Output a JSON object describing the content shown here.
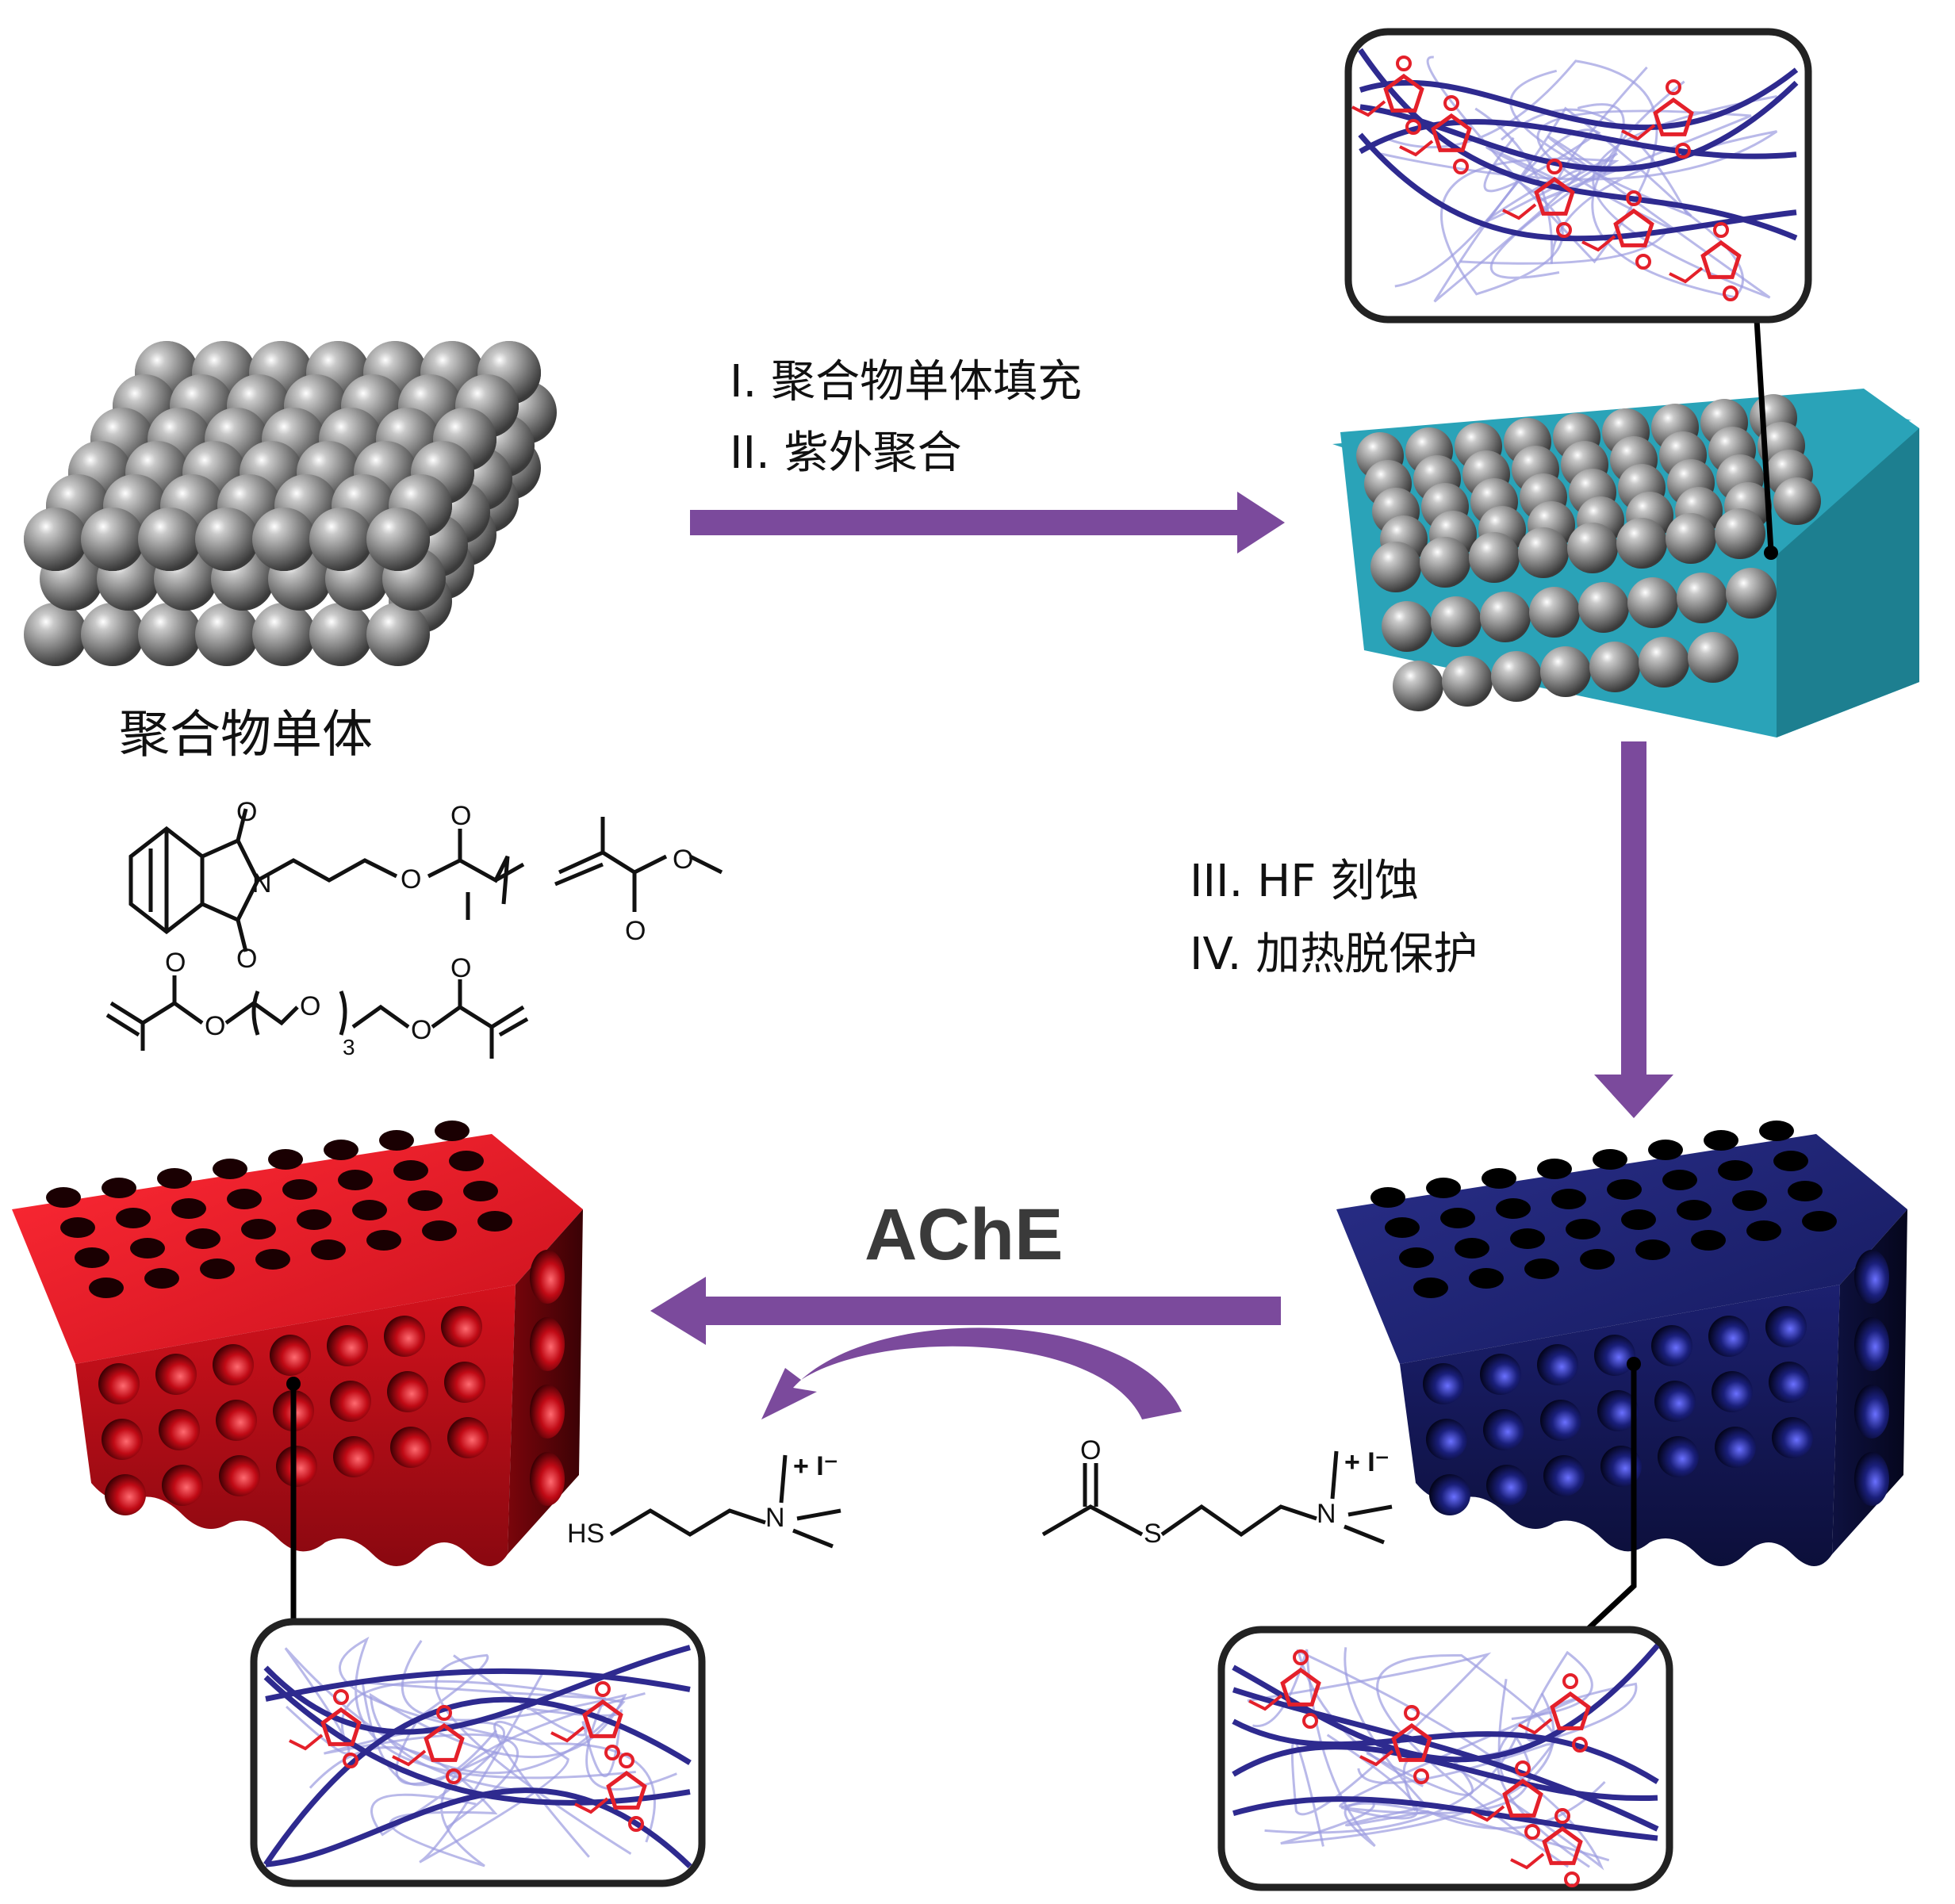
{
  "steps": {
    "step1": "I. 聚合物单体填充",
    "step2": "II. 紫外聚合",
    "step3": "III. HF 刻蚀",
    "step4": "IV. 加热脱保护"
  },
  "monomer_title": "聚合物单体",
  "enzyme_label": "AChE",
  "chem_text": {
    "O": "O",
    "N": "N",
    "S": "S",
    "HS": "HS",
    "N_plus": "N",
    "plus_iodide": "+ I⁻",
    "repeat_n": "3"
  },
  "colors": {
    "arrow": "#7b4a9c",
    "sphere": "#8a8a8a",
    "teal_block": "#2aa3b8",
    "red_block": "#d91020",
    "blue_block": "#1b1f6b",
    "polymer_chain": "#2e2a8f",
    "functional_group": "#e4202a"
  }
}
